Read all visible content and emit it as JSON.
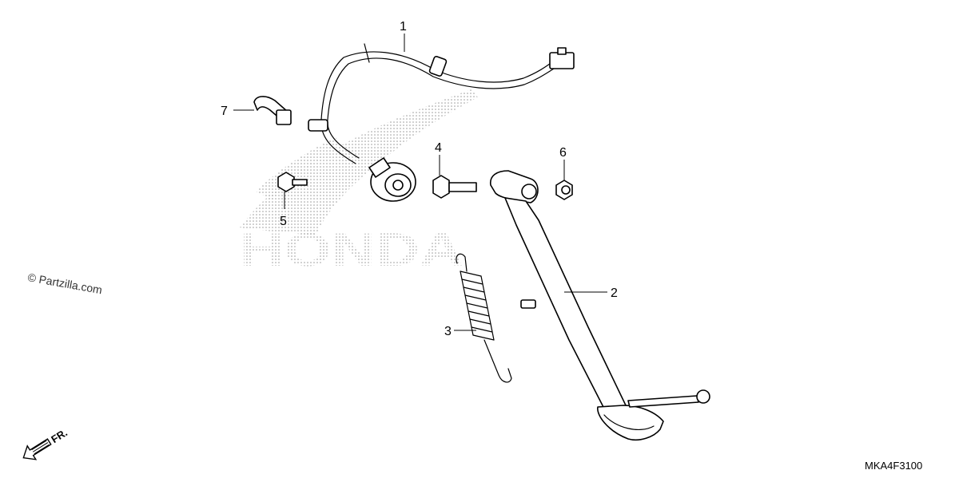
{
  "diagram": {
    "watermark_copyright": "© Partzilla.com",
    "diagram_code": "MKA4F3100",
    "front_arrow_label": "FR.",
    "logo_text": "HONDA",
    "callouts": [
      {
        "number": "1",
        "part": "wire-harness-switch"
      },
      {
        "number": "2",
        "part": "side-stand"
      },
      {
        "number": "3",
        "part": "spring"
      },
      {
        "number": "4",
        "part": "pivot-bolt"
      },
      {
        "number": "5",
        "part": "bolt"
      },
      {
        "number": "6",
        "part": "nut"
      },
      {
        "number": "7",
        "part": "clamp"
      }
    ]
  }
}
